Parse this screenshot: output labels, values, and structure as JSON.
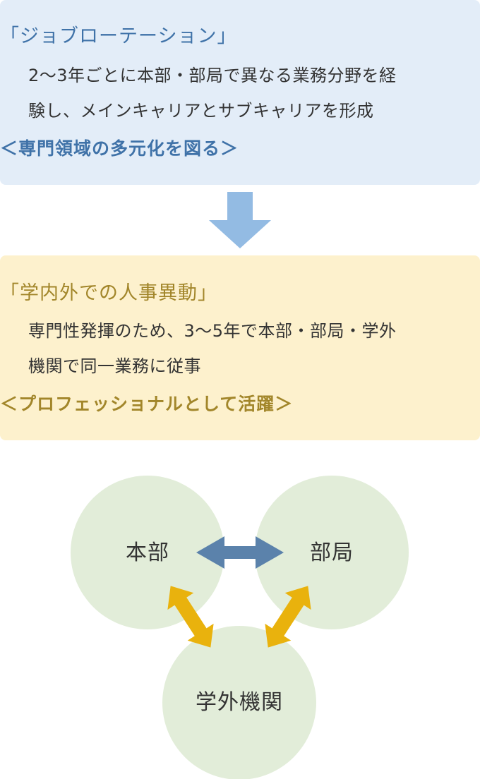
{
  "top_box": {
    "title": "「ジョブローテーション」",
    "body_line1": "2〜3年ごとに本部・部局で異なる業務分野を経",
    "body_line2": "験し、メインキャリアとサブキャリアを形成",
    "tagline": "＜専門領域の多元化を図る＞"
  },
  "bottom_box": {
    "title": "「学内外での人事異動」",
    "body_line1": "専門性発揮のため、3〜5年で本部・部局・学外",
    "body_line2": "機関で同一業務に従事",
    "tagline": "＜プロフェッショナルとして活躍＞"
  },
  "diagram": {
    "nodes": {
      "honbu": "本部",
      "bukyoku": "部局",
      "gakugai": "学外機関"
    }
  },
  "colors": {
    "top_box_bg": "#e3edf8",
    "top_accent": "#3f72a8",
    "bottom_box_bg": "#fdf1cd",
    "bottom_accent": "#a2862a",
    "flow_arrow": "#93bbe3",
    "circle_fill": "#e2edd9",
    "blue_arrow": "#5b82ab",
    "yellow_arrow": "#e9b20d"
  }
}
